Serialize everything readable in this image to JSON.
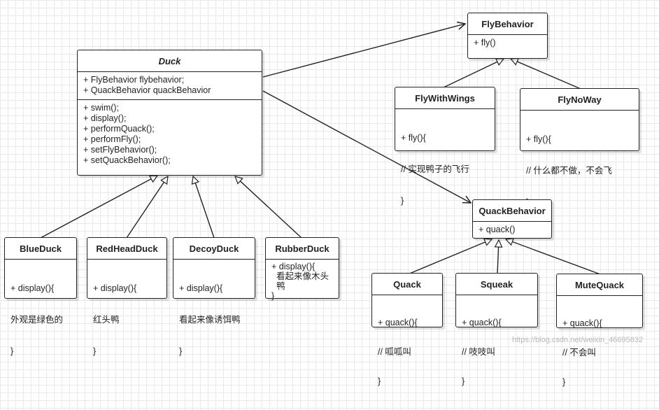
{
  "duck": {
    "name": "Duck",
    "fields": [
      "+ FlyBehavior flybehavior;",
      "+ QuackBehavior quackBehavior"
    ],
    "methods": [
      "+ swim();",
      "+ display();",
      "+ performQuack();",
      "+ performFly();",
      "+ setFlyBehavior();",
      "+ setQuackBehavior();"
    ]
  },
  "fly_behavior": {
    "name": "FlyBehavior",
    "methods": [
      "+ fly()"
    ]
  },
  "fly_with_wings": {
    "name": "FlyWithWings",
    "body": [
      "+ fly(){",
      "  // 实现鸭子的飞行",
      "}"
    ]
  },
  "fly_no_way": {
    "name": "FlyNoWay",
    "body": [
      "+ fly(){",
      "  // 什么都不做，不会飞",
      "}"
    ]
  },
  "quack_behavior": {
    "name": "QuackBehavior",
    "methods": [
      "+ quack()"
    ]
  },
  "quack": {
    "name": "Quack",
    "body": [
      "+ quack(){",
      "  // 呱呱叫",
      "}"
    ]
  },
  "squeak": {
    "name": "Squeak",
    "body": [
      "+ quack(){",
      "  // 吱吱叫",
      "}"
    ]
  },
  "mute_quack": {
    "name": "MuteQuack",
    "body": [
      "+ quack(){",
      "  // 不会叫",
      "}"
    ]
  },
  "blue_duck": {
    "name": "BlueDuck",
    "body": [
      "+ display(){",
      "  外观是绿色的",
      "}"
    ]
  },
  "redhead_duck": {
    "name": "RedHeadDuck",
    "body": [
      "+ display(){",
      "  红头鸭",
      "}"
    ]
  },
  "decoy_duck": {
    "name": "DecoyDuck",
    "body": [
      "+ display(){",
      "  看起来像诱饵鸭",
      "}"
    ]
  },
  "rubber_duck": {
    "name": "RubberDuck",
    "body": [
      "+ display(){",
      "  看起来像木头鸭",
      "}"
    ]
  },
  "watermark": "https://blog.csdn.net/weixin_46695832"
}
